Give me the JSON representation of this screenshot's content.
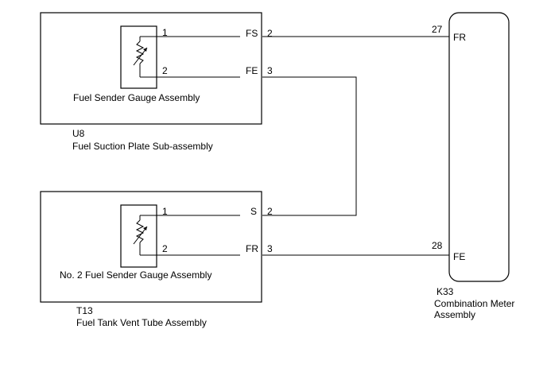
{
  "u8": {
    "ref": "U8",
    "name": "Fuel Suction Plate Sub-assembly",
    "sensor_label": "Fuel Sender Gauge Assembly",
    "pin1": "1",
    "pin2": "2",
    "term_fs": "FS",
    "term_fe": "FE",
    "conn_fs": "2",
    "conn_fe": "3"
  },
  "t13": {
    "ref": "T13",
    "name": "Fuel Tank Vent Tube Assembly",
    "sensor_label": "No. 2 Fuel Sender Gauge Assembly",
    "pin1": "1",
    "pin2": "2",
    "term_s": "S",
    "term_fr": "FR",
    "conn_s": "2",
    "conn_fr": "3"
  },
  "k33": {
    "ref": "K33",
    "name_line1": "Combination Meter",
    "name_line2": "Assembly",
    "pin_fr_num": "27",
    "pin_fr": "FR",
    "pin_fe_num": "28",
    "pin_fe": "FE"
  }
}
